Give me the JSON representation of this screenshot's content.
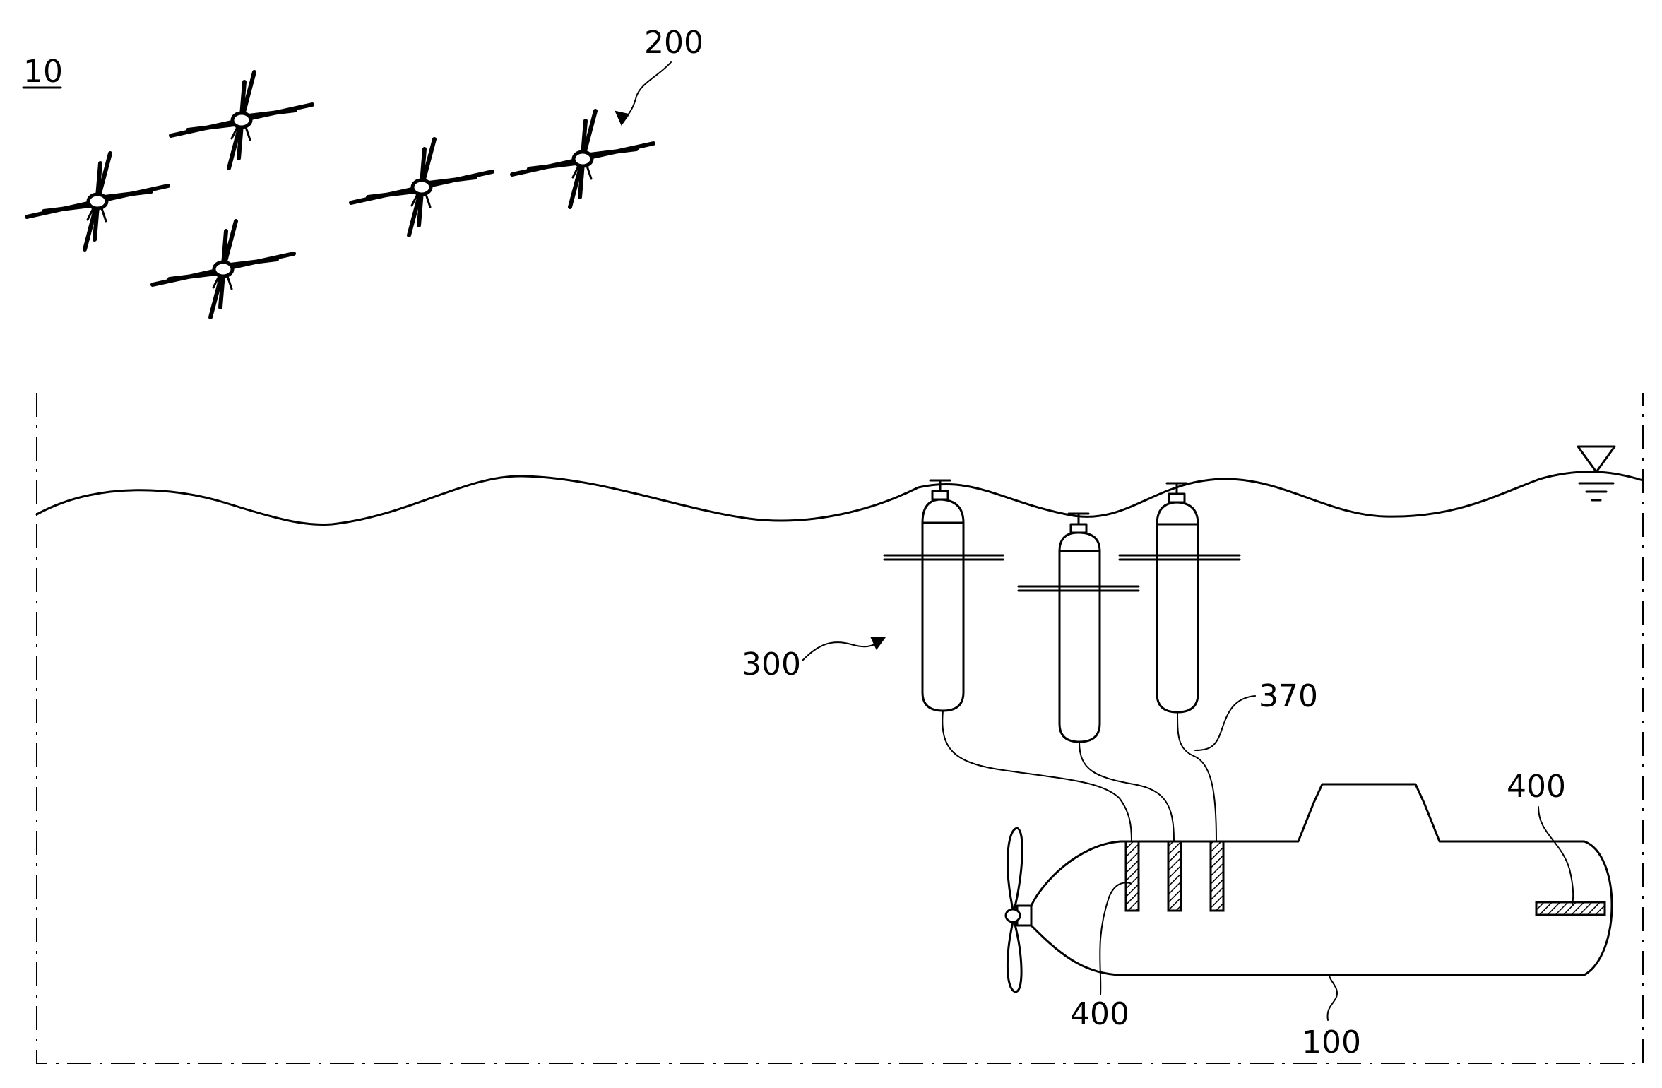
{
  "figure": {
    "system_label": "10",
    "labels": {
      "drones": "200",
      "buoys": "300",
      "cable": "370",
      "connector_bottom": "400",
      "connector_right": "400",
      "submarine": "100"
    }
  },
  "colors": {
    "ink": "#000000",
    "background": "#ffffff",
    "hatch": "#000000"
  }
}
